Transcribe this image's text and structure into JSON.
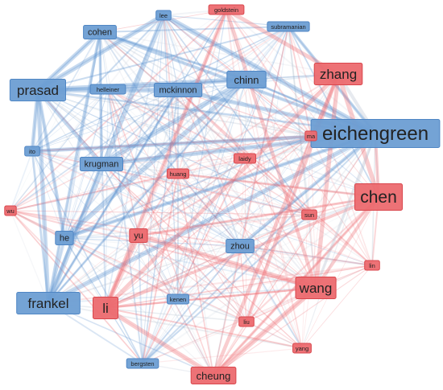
{
  "colors": {
    "blue_fill": "#6d9ed3",
    "blue_stroke": "#4f86c4",
    "red_fill": "#ec6a6f",
    "red_stroke": "#d9474d",
    "blue_edge": "#5f94d0",
    "red_edge": "#ef6f76",
    "gray_edge": "#b9c4d2",
    "text": "#222222"
  },
  "nodes": [
    {
      "id": "lee",
      "label": "lee",
      "group": "blue",
      "weight": 1
    },
    {
      "id": "goldstein",
      "label": "goldstein",
      "group": "red",
      "weight": 1
    },
    {
      "id": "cohen",
      "label": "cohen",
      "group": "blue",
      "weight": 2
    },
    {
      "id": "subramanian",
      "label": "subramanian",
      "group": "blue",
      "weight": 1
    },
    {
      "id": "zhang",
      "label": "zhang",
      "group": "red",
      "weight": 4
    },
    {
      "id": "prasad",
      "label": "prasad",
      "group": "blue",
      "weight": 4
    },
    {
      "id": "helleiner",
      "label": "helleiner",
      "group": "blue",
      "weight": 1
    },
    {
      "id": "mckinnon",
      "label": "mckinnon",
      "group": "blue",
      "weight": 2
    },
    {
      "id": "chinn",
      "label": "chinn",
      "group": "blue",
      "weight": 3
    },
    {
      "id": "eichengreen",
      "label": "eichengreen",
      "group": "blue",
      "weight": 6
    },
    {
      "id": "ma",
      "label": "ma",
      "group": "red",
      "weight": 1
    },
    {
      "id": "ito",
      "label": "ito",
      "group": "blue",
      "weight": 1
    },
    {
      "id": "laidy",
      "label": "laidy",
      "group": "red",
      "weight": 1
    },
    {
      "id": "krugman",
      "label": "krugman",
      "group": "blue",
      "weight": 2
    },
    {
      "id": "huang",
      "label": "huang",
      "group": "red",
      "weight": 1
    },
    {
      "id": "chen",
      "label": "chen",
      "group": "red",
      "weight": 5
    },
    {
      "id": "wu",
      "label": "wu",
      "group": "red",
      "weight": 1
    },
    {
      "id": "sun",
      "label": "sun",
      "group": "red",
      "weight": 1
    },
    {
      "id": "yu",
      "label": "yu",
      "group": "red",
      "weight": 2
    },
    {
      "id": "he",
      "label": "he",
      "group": "blue",
      "weight": 2
    },
    {
      "id": "zhou",
      "label": "zhou",
      "group": "blue",
      "weight": 2
    },
    {
      "id": "lin",
      "label": "lin",
      "group": "red",
      "weight": 1
    },
    {
      "id": "wang",
      "label": "wang",
      "group": "red",
      "weight": 4
    },
    {
      "id": "frankel",
      "label": "frankel",
      "group": "blue",
      "weight": 4
    },
    {
      "id": "li",
      "label": "li",
      "group": "red",
      "weight": 4
    },
    {
      "id": "kenen",
      "label": "kenen",
      "group": "blue",
      "weight": 1
    },
    {
      "id": "liu",
      "label": "liu",
      "group": "red",
      "weight": 1
    },
    {
      "id": "yang",
      "label": "yang",
      "group": "red",
      "weight": 1
    },
    {
      "id": "bergsten",
      "label": "bergsten",
      "group": "blue",
      "weight": 1
    },
    {
      "id": "cheung",
      "label": "cheung",
      "group": "red",
      "weight": 3
    }
  ],
  "strong_edges": [
    [
      "prasad",
      "eichengreen"
    ],
    [
      "prasad",
      "chinn"
    ],
    [
      "prasad",
      "mckinnon"
    ],
    [
      "prasad",
      "cohen"
    ],
    [
      "prasad",
      "frankel"
    ],
    [
      "prasad",
      "krugman"
    ],
    [
      "prasad",
      "ito"
    ],
    [
      "prasad",
      "he"
    ],
    [
      "cohen",
      "eichengreen"
    ],
    [
      "cohen",
      "frankel"
    ],
    [
      "cohen",
      "krugman"
    ],
    [
      "cohen",
      "chinn"
    ],
    [
      "chinn",
      "eichengreen"
    ],
    [
      "chinn",
      "frankel"
    ],
    [
      "chinn",
      "krugman"
    ],
    [
      "chinn",
      "he"
    ],
    [
      "eichengreen",
      "frankel"
    ],
    [
      "eichengreen",
      "krugman"
    ],
    [
      "eichengreen",
      "mckinnon"
    ],
    [
      "eichengreen",
      "ito"
    ],
    [
      "eichengreen",
      "he"
    ],
    [
      "eichengreen",
      "zhou"
    ],
    [
      "eichengreen",
      "subramanian"
    ],
    [
      "frankel",
      "krugman"
    ],
    [
      "frankel",
      "mckinnon"
    ],
    [
      "frankel",
      "he"
    ],
    [
      "frankel",
      "ito"
    ],
    [
      "lee",
      "eichengreen"
    ],
    [
      "lee",
      "frankel"
    ],
    [
      "lee",
      "prasad"
    ],
    [
      "zhang",
      "chen"
    ],
    [
      "zhang",
      "wang"
    ],
    [
      "zhang",
      "li"
    ],
    [
      "zhang",
      "cheung"
    ],
    [
      "zhang",
      "liu"
    ],
    [
      "chen",
      "wang"
    ],
    [
      "chen",
      "li"
    ],
    [
      "chen",
      "cheung"
    ],
    [
      "chen",
      "yu"
    ],
    [
      "chen",
      "huang"
    ],
    [
      "wang",
      "li"
    ],
    [
      "wang",
      "cheung"
    ],
    [
      "wang",
      "yu"
    ],
    [
      "li",
      "cheung"
    ],
    [
      "li",
      "yu"
    ],
    [
      "goldstein",
      "zhang"
    ],
    [
      "goldstein",
      "li"
    ],
    [
      "goldstein",
      "wang"
    ],
    [
      "zhang",
      "eichengreen"
    ],
    [
      "chen",
      "eichengreen"
    ],
    [
      "wang",
      "eichengreen"
    ]
  ],
  "labels_note": ""
}
